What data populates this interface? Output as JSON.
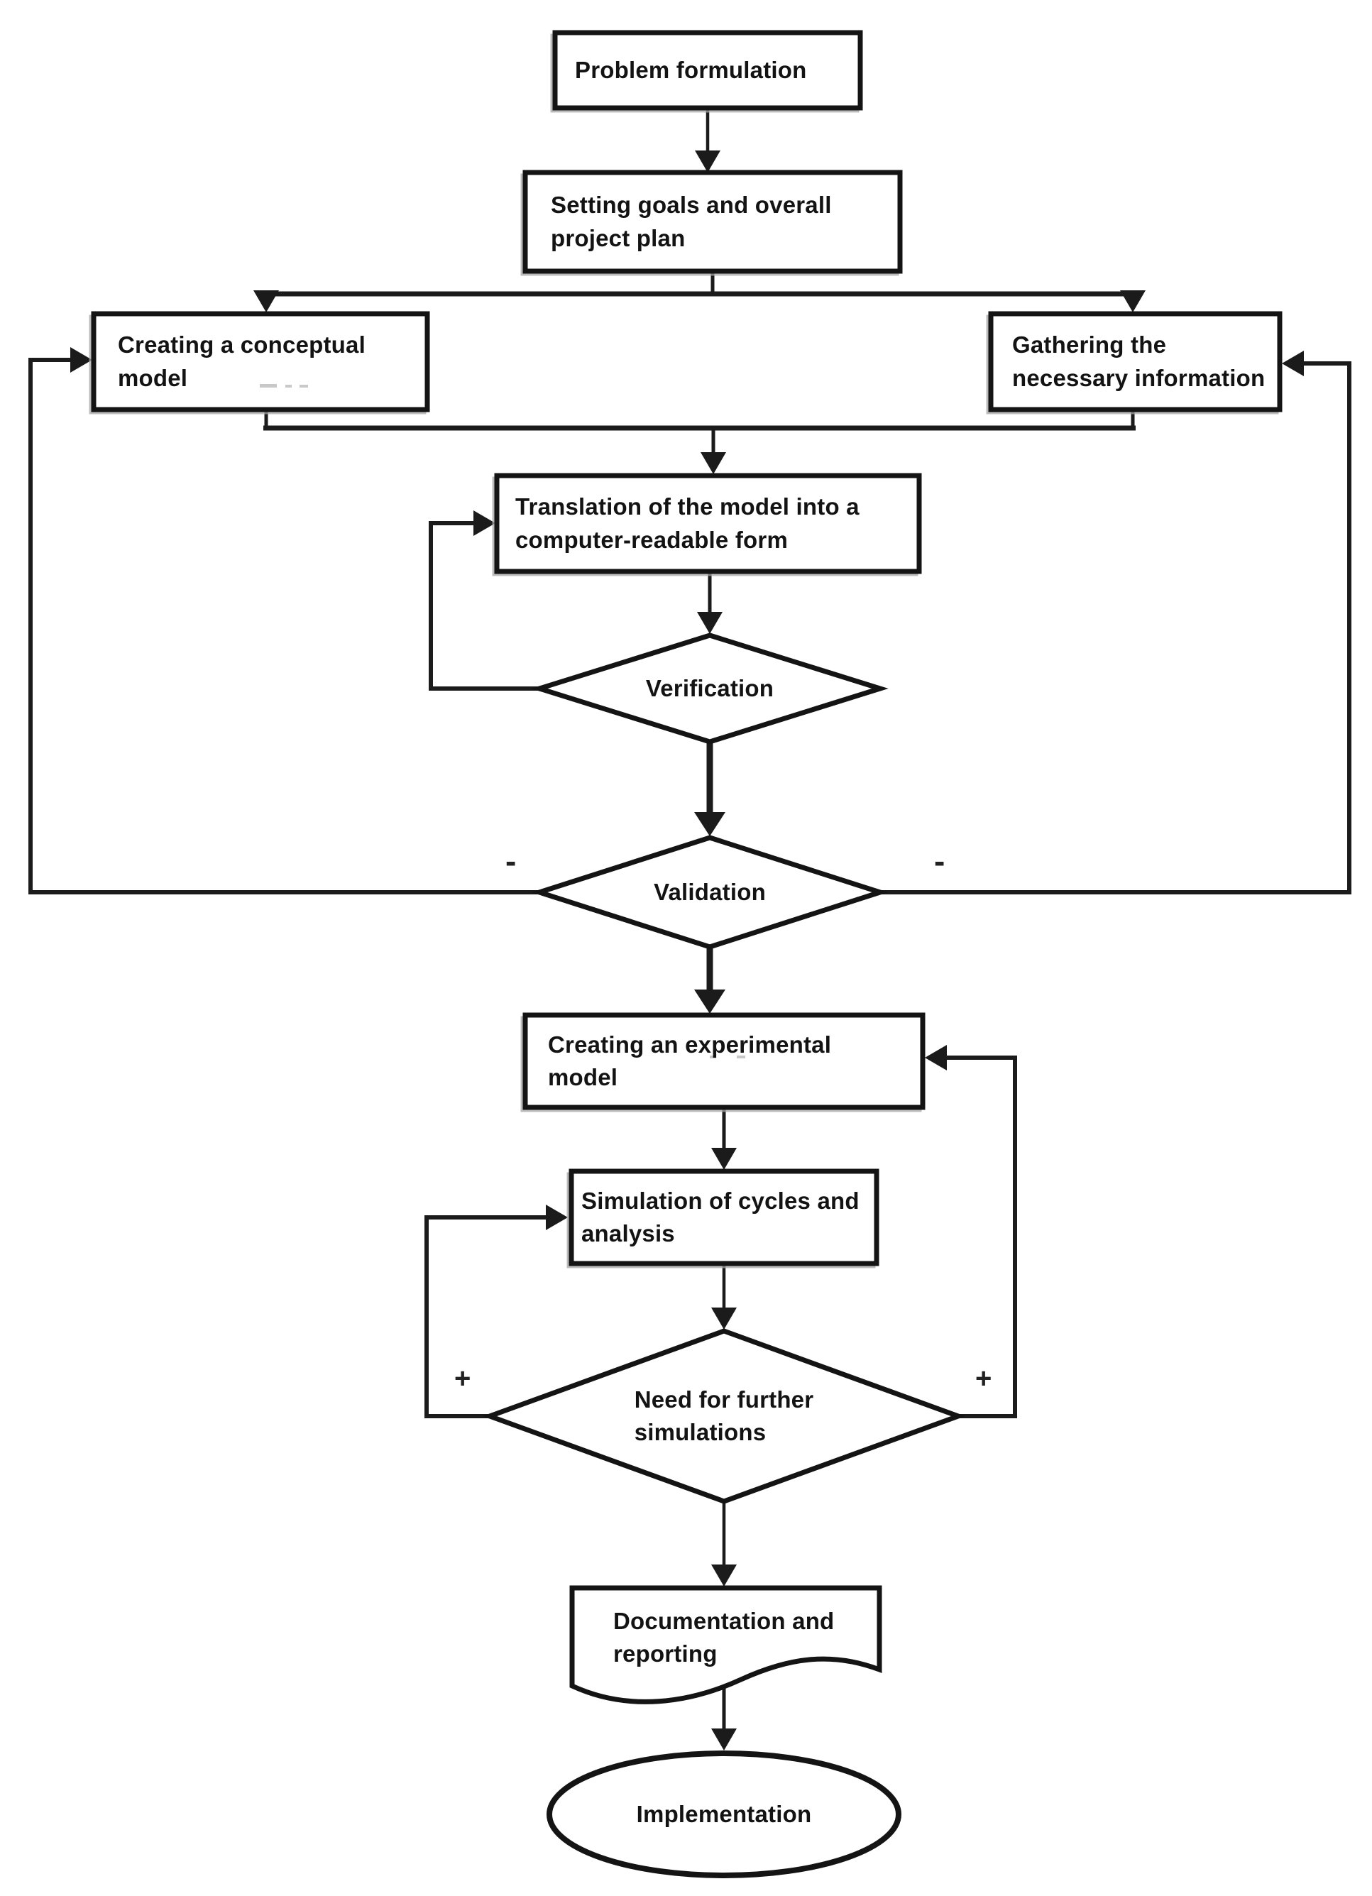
{
  "figure": {
    "type": "flowchart",
    "background": "#ffffff",
    "ink": "#1b1b1b",
    "nodes": {
      "problem_formulation": {
        "label": "Problem formulation",
        "shape": "process"
      },
      "setting_goals": {
        "label": "Setting goals and overall\nproject plan",
        "shape": "process"
      },
      "conceptual_model": {
        "label": "Creating a conceptual\nmodel",
        "shape": "process"
      },
      "gathering_info": {
        "label": "Gathering the\nnecessary information",
        "shape": "process"
      },
      "translation": {
        "label": "Translation of the model into a\ncomputer-readable form",
        "shape": "process"
      },
      "verification": {
        "label": "Verification",
        "shape": "decision"
      },
      "validation": {
        "label": "Validation",
        "shape": "decision"
      },
      "experimental_model": {
        "label": "Creating an experimental\nmodel",
        "shape": "process"
      },
      "simulation": {
        "label": "Simulation of cycles and\nanalysis",
        "shape": "process"
      },
      "need_further": {
        "label": "Need for further\nsimulations",
        "shape": "decision"
      },
      "documentation": {
        "label": "Documentation and\nreporting",
        "shape": "document"
      },
      "implementation": {
        "label": "Implementation",
        "shape": "terminator"
      }
    },
    "branch_markers": {
      "validation_left": "-",
      "validation_right": "-",
      "need_further_left": "+",
      "need_further_right": "+"
    }
  }
}
